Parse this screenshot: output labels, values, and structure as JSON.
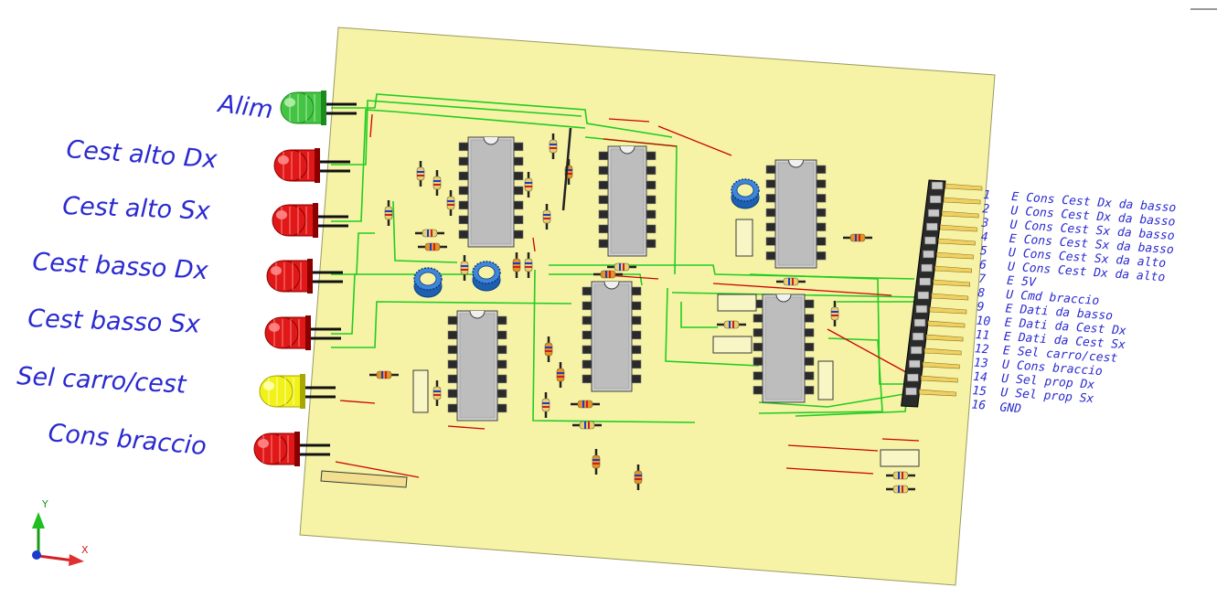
{
  "board": {
    "color": "#f6f3a6",
    "trace_color": "#22cc22",
    "cut_color": "#cc0000"
  },
  "leds": [
    {
      "label": "Alim",
      "color": "green"
    },
    {
      "label": "Cest alto Dx",
      "color": "red"
    },
    {
      "label": "Cest alto Sx",
      "color": "red"
    },
    {
      "label": "Cest basso Dx",
      "color": "red"
    },
    {
      "label": "Cest basso Sx",
      "color": "red"
    },
    {
      "label": "Sel carro/cest",
      "color": "yellow"
    },
    {
      "label": "Cons braccio",
      "color": "red"
    }
  ],
  "connector": {
    "pins": [
      {
        "num": "1",
        "dir": "E",
        "desc": "Cons Cest Dx da basso"
      },
      {
        "num": "2",
        "dir": "U",
        "desc": "Cons Cest Dx da basso"
      },
      {
        "num": "3",
        "dir": "U",
        "desc": "Cons Cest Sx da basso"
      },
      {
        "num": "4",
        "dir": "E",
        "desc": "Cons Cest Sx da basso"
      },
      {
        "num": "5",
        "dir": "U",
        "desc": "Cons Cest Sx da alto"
      },
      {
        "num": "6",
        "dir": "U",
        "desc": "Cons Cest Dx da alto"
      },
      {
        "num": "7",
        "dir": "E",
        "desc": "5V"
      },
      {
        "num": "8",
        "dir": "U",
        "desc": "Cmd braccio"
      },
      {
        "num": "9",
        "dir": "E",
        "desc": "Dati da basso"
      },
      {
        "num": "10",
        "dir": "E",
        "desc": "Dati da Cest Dx"
      },
      {
        "num": "11",
        "dir": "E",
        "desc": "Dati da Cest Sx"
      },
      {
        "num": "12",
        "dir": "E",
        "desc": "Sel carro/cest"
      },
      {
        "num": "13",
        "dir": "U",
        "desc": "Cons braccio"
      },
      {
        "num": "14",
        "dir": "U",
        "desc": "Sel prop Dx"
      },
      {
        "num": "15",
        "dir": "U",
        "desc": "Sel prop Sx"
      },
      {
        "num": "16",
        "dir": "",
        "desc": "GND"
      }
    ]
  },
  "axes": {
    "y": "Y",
    "x": "X"
  }
}
